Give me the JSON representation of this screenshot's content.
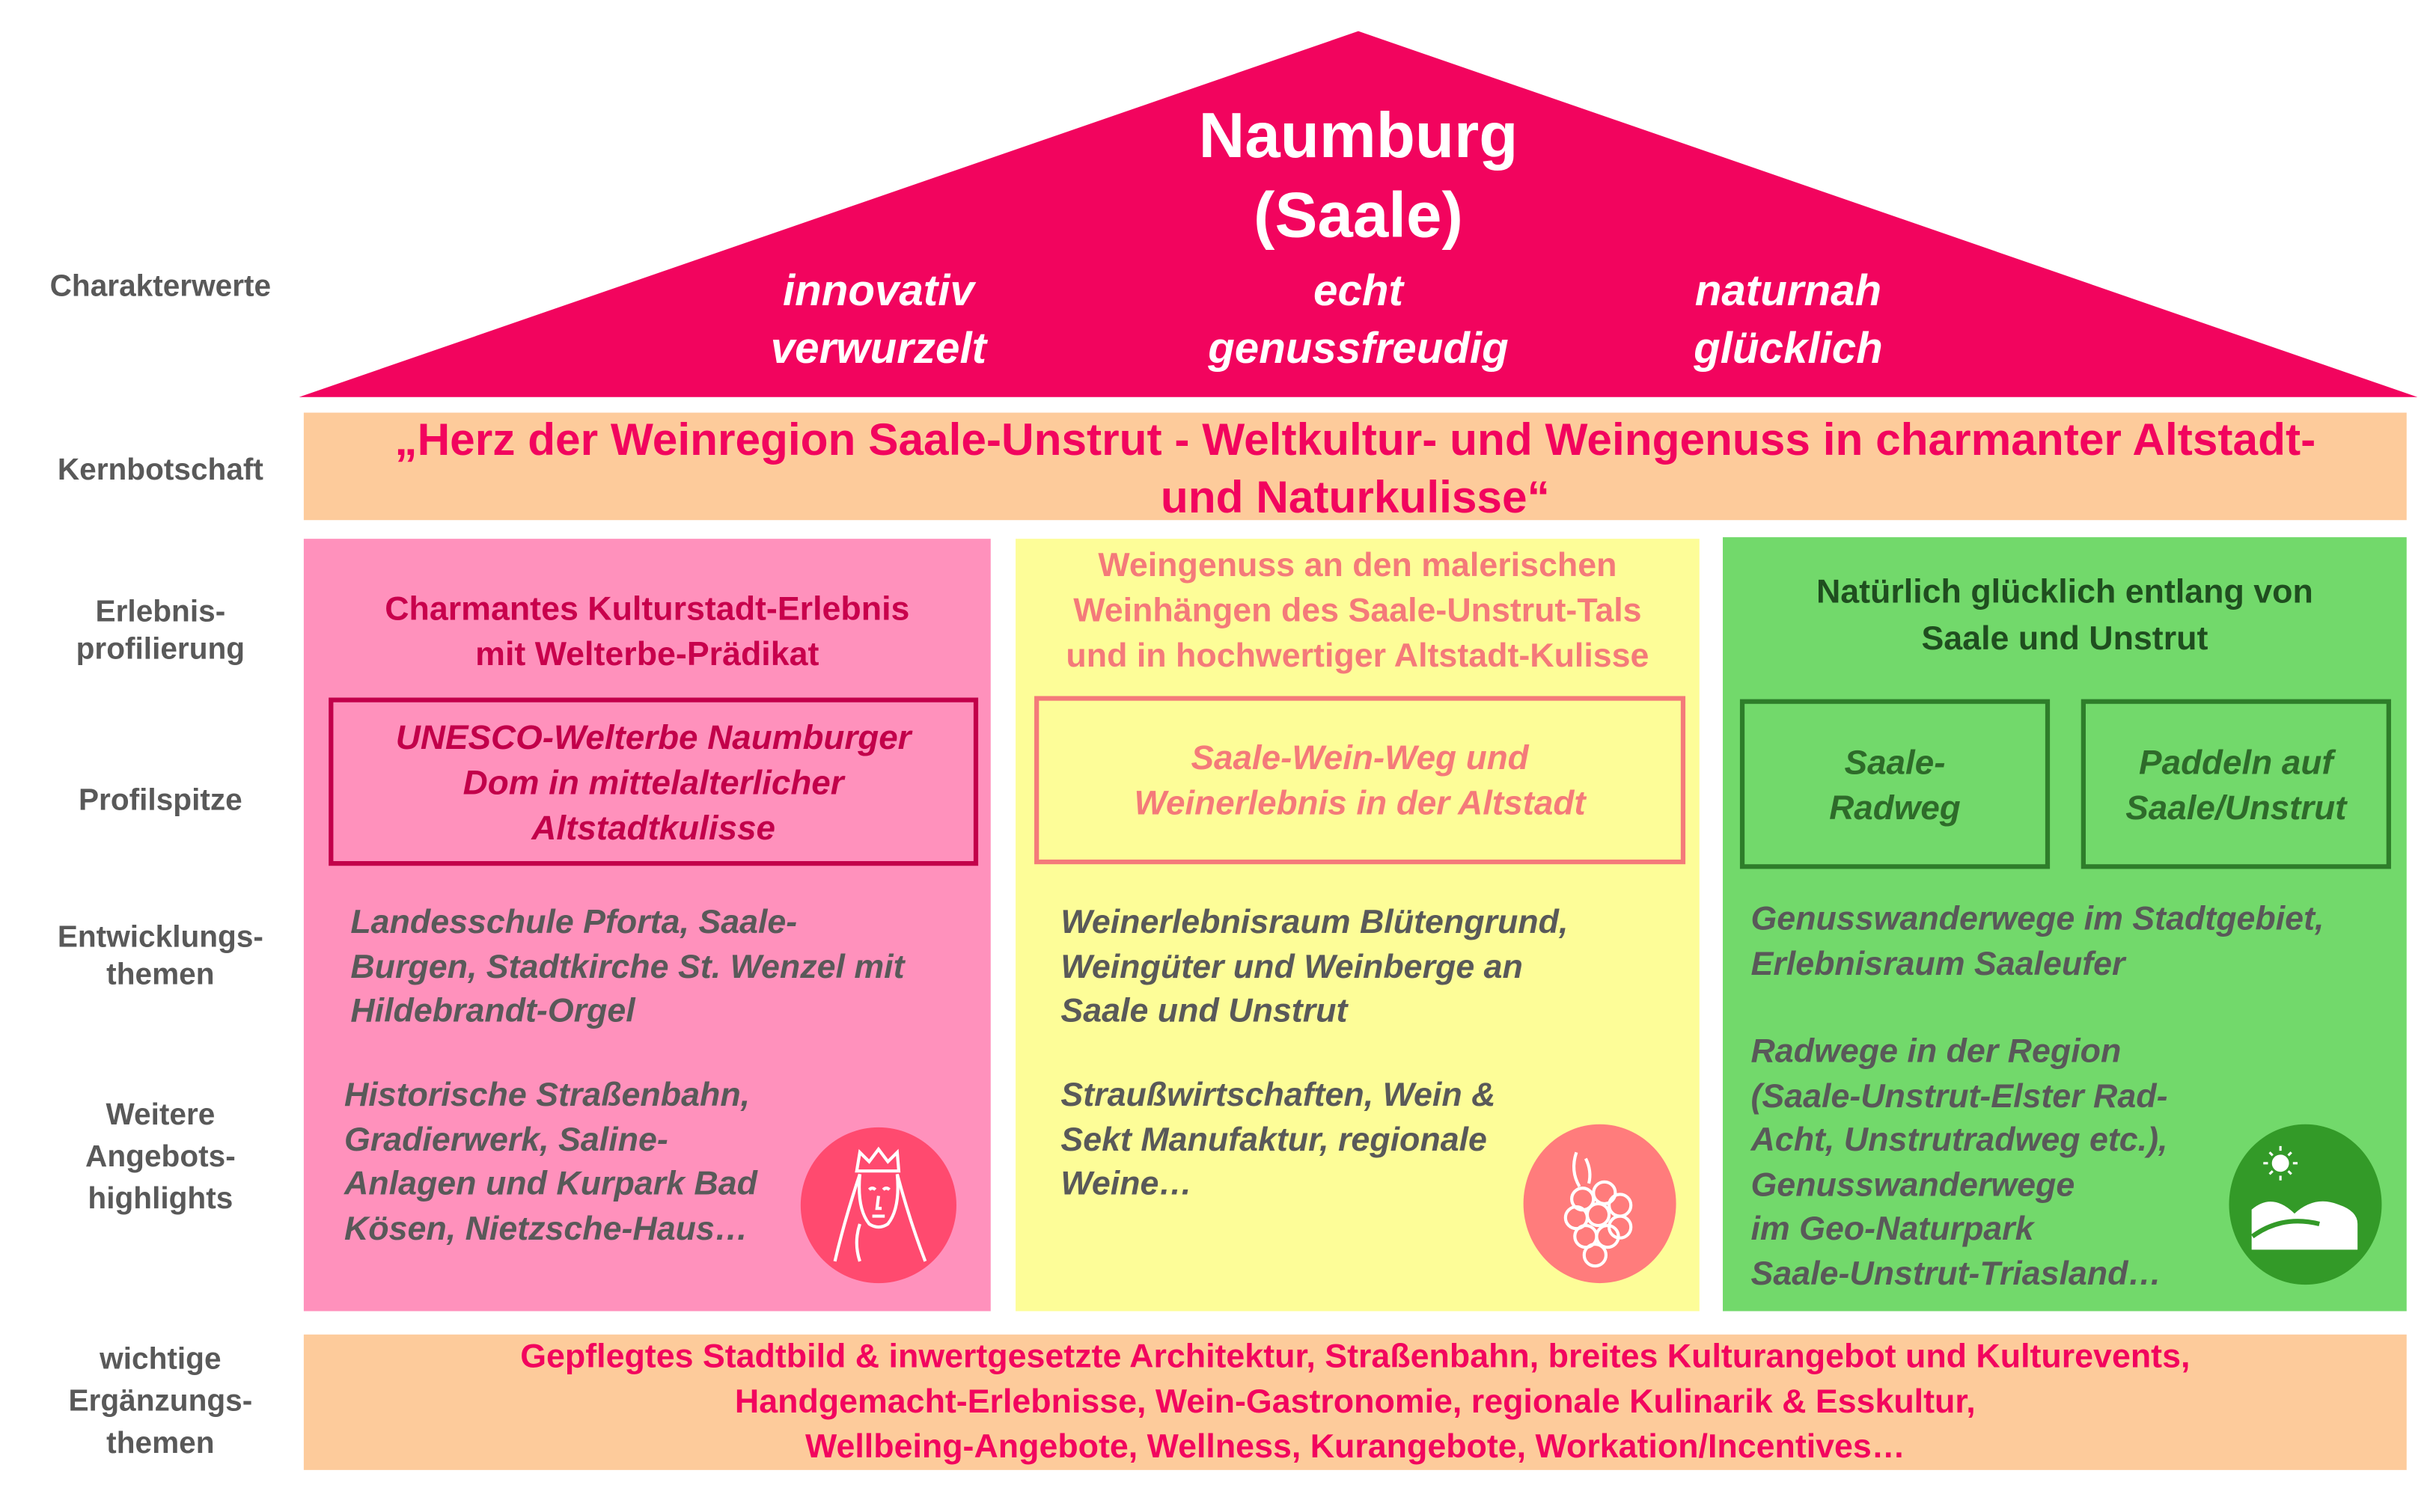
{
  "title": {
    "line1": "Naumburg",
    "line2": "(Saale)"
  },
  "labels": {
    "charakterwerte": "Charakterwerte",
    "kernbotschaft": "Kernbotschaft",
    "erlebnis": "Erlebnis-\nprofilierung",
    "profilspitze": "Profilspitze",
    "entwicklung": "Entwicklungs-\nthemen",
    "weitere": "Weitere\nAngebots-\nhighlights",
    "ergaenzung": "wichtige\nErgänzungs-\nthemen"
  },
  "values": {
    "col1": "innovativ\nverwurzelt",
    "col2": "echt\ngenussfreudig",
    "col3": "naturnah\nglücklich"
  },
  "kernbotschaft": "„Herz der Weinregion Saale-Unstrut - Weltkultur- und Weingenuss in charmanter Altstadt-\nund Naturkulisse“",
  "columns": [
    {
      "header": "Charmantes Kulturstadt-Erlebnis\nmit Welterbe-Prädikat",
      "profil": [
        "UNESCO-Welterbe Naumburger\nDom in mittelalterlicher\nAltstadtkulisse"
      ],
      "entwicklung": "Landesschule Pforta, Saale-\nBurgen, Stadtkirche St. Wenzel mit\nHildebrandt-Orgel",
      "weitere": "Historische Straßenbahn,\nGradierwerk, Saline-\nAnlagen und Kurpark Bad\nKösen, Nietzsche-Haus…",
      "icon": "crowned-figure-icon"
    },
    {
      "header": "Weingenuss an den malerischen\nWeinhängen des Saale-Unstrut-Tals\nund in hochwertiger Altstadt-Kulisse",
      "profil": [
        "Saale-Wein-Weg und\nWeinerlebnis in der Altstadt"
      ],
      "entwicklung": "Weinerlebnisraum Blütengrund,\nWeingüter und Weinberge an\nSaale und Unstrut",
      "weitere": "Straußwirtschaften, Wein &\nSekt Manufaktur, regionale\nWeine…",
      "icon": "grapes-icon"
    },
    {
      "header": "Natürlich glücklich entlang von\nSaale und Unstrut",
      "profil": [
        "Saale-\nRadweg",
        "Paddeln auf\nSaale/Unstrut"
      ],
      "entwicklung": "Genusswanderwege im Stadtgebiet,\nErlebnisraum Saaleufer",
      "weitere": "Radwege in der Region\n(Saale-Unstrut-Elster Rad-\nAcht, Unstrutradweg etc.),\nGenusswanderwege\nim  Geo-Naturpark\nSaale-Unstrut-Triasland…",
      "icon": "landscape-sun-icon"
    }
  ],
  "ergaenzung": "Gepflegtes Stadtbild & inwertgesetzte Architektur, Straßenbahn, breites Kulturangebot und Kulturevents,\nHandgemacht-Erlebnisse, Wein-Gastronomie, regionale Kulinarik & Esskultur,\nWellbeing-Angebote, Wellness, Kurangebote, Workation/Incentives…",
  "colors": {
    "roof": "#F2045E",
    "peach": "#FDCB9B",
    "pink": "#FF91BC",
    "yellow": "#FDFD98",
    "green": "#72D96B",
    "label_gray": "#595959"
  }
}
